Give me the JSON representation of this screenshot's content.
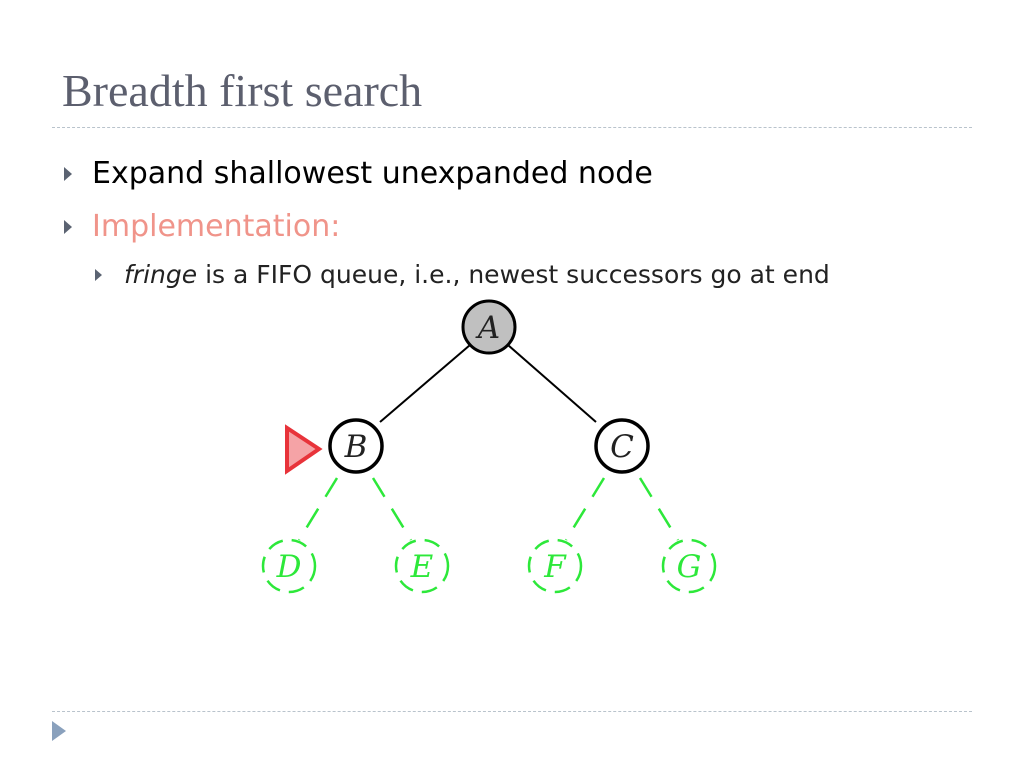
{
  "title": "Breadth first search",
  "bullets": [
    {
      "text": "Expand shallowest unexpanded node"
    },
    {
      "text": "Implementation:"
    }
  ],
  "sub_bullet": {
    "emphasis": "fringe",
    "rest": " is a FIFO queue, i.e., newest successors go at end"
  },
  "tree": {
    "root": "A",
    "level1": [
      "B",
      "C"
    ],
    "level2": [
      "D",
      "E",
      "F",
      "G"
    ],
    "expanded_node": "A",
    "fringe_nodes": [
      "B",
      "C"
    ],
    "generated_not_expanded_nodes": [
      "D",
      "E",
      "F",
      "G"
    ],
    "next_to_expand": "B",
    "colors": {
      "expanded_fill": "#c0c0c0",
      "fringe_stroke": "#000000",
      "unexpanded_dashed": "#2de83a",
      "marker": "#e8333a",
      "marker_fill": "#f5a3a6"
    }
  },
  "icons": {
    "bullet": "triangle-right-icon",
    "marker": "triangle-pointer-icon",
    "nav": "next-slide-icon"
  }
}
